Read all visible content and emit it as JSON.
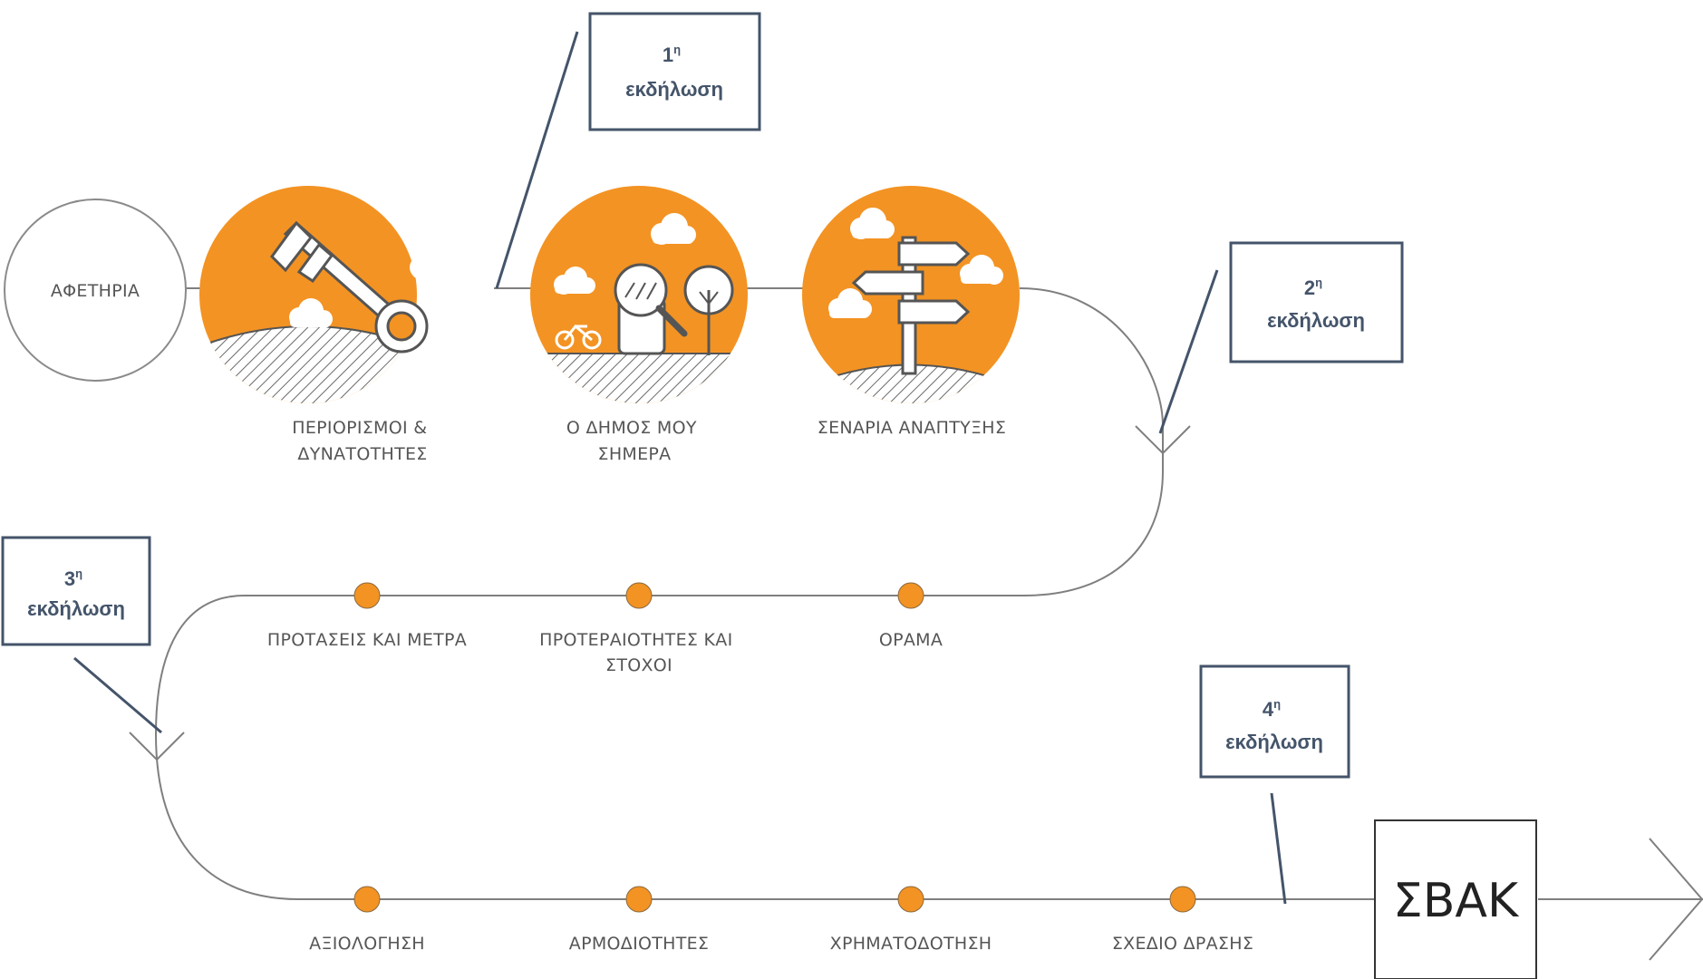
{
  "colors": {
    "accent": "#f39323",
    "box_stroke": "#44546a",
    "line": "#7f7f7f",
    "label": "#555555"
  },
  "start": {
    "label": "ΑΦΕΤΗΡΙΑ"
  },
  "icon_stages": [
    {
      "icon": "key-icon",
      "label_lines": [
        "ΠΕΡΙΟΡΙΣΜΟΙ &",
        "ΔΥΝΑΤΟΤΗΤΕΣ"
      ]
    },
    {
      "icon": "magnifier-bus-icon",
      "label_lines": [
        "Ο ΔΗΜΟΣ ΜΟΥ",
        "ΣΗΜΕΡΑ"
      ]
    },
    {
      "icon": "signpost-icon",
      "label_lines": [
        "ΣΕΝΑΡΙΑ ΑΝΑΠΤΥΞΗΣ"
      ]
    }
  ],
  "row2_stages": [
    {
      "label_lines": [
        "ΠΡΟΤΑΣΕΙΣ ΚΑΙ ΜΕΤΡΑ"
      ]
    },
    {
      "label_lines": [
        "ΠΡΟΤΕΡΑΙΟΤΗΤΕΣ ΚΑΙ",
        "ΣΤΟΧΟΙ"
      ]
    },
    {
      "label_lines": [
        "ΟΡΑΜΑ"
      ]
    }
  ],
  "row3_stages": [
    {
      "label_lines": [
        "ΑΞΙΟΛΟΓΗΣΗ"
      ]
    },
    {
      "label_lines": [
        "ΑΡΜΟΔΙΟΤΗΤΕΣ"
      ]
    },
    {
      "label_lines": [
        "ΧΡΗΜΑΤΟΔΟΤΗΣΗ"
      ]
    },
    {
      "label_lines": [
        "ΣΧΕΔΙΟ ΔΡΑΣΗΣ"
      ]
    }
  ],
  "events": [
    {
      "num": "1",
      "sup": "η",
      "word": "εκδήλωση"
    },
    {
      "num": "2",
      "sup": "η",
      "word": "εκδήλωση"
    },
    {
      "num": "3",
      "sup": "η",
      "word": "εκδήλωση"
    },
    {
      "num": "4",
      "sup": "η",
      "word": "εκδήλωση"
    }
  ],
  "end": {
    "label": "ΣΒΑΚ"
  }
}
